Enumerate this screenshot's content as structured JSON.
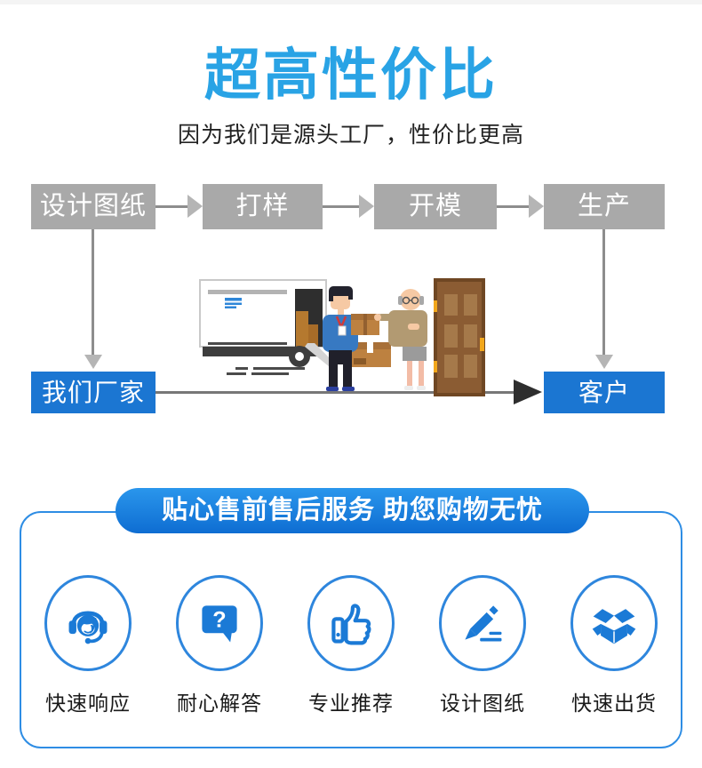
{
  "header": {
    "title": "超高性价比",
    "subtitle": "因为我们是源头工厂，性价比更高"
  },
  "flow": {
    "steps": [
      "设计图纸",
      "打样",
      "开模",
      "生产"
    ],
    "factory_label": "我们厂家",
    "customer_label": "客户"
  },
  "service": {
    "banner": "贴心售前售后服务 助您购物无忧",
    "items": [
      {
        "icon": "headset-icon",
        "label": "快速响应"
      },
      {
        "icon": "question-bubble-icon",
        "label": "耐心解答"
      },
      {
        "icon": "thumbs-up-icon",
        "label": "专业推荐"
      },
      {
        "icon": "pencil-icon",
        "label": "设计图纸"
      },
      {
        "icon": "open-box-icon",
        "label": "快速出货"
      }
    ]
  },
  "colors": {
    "title_blue": "#29a3e5",
    "step_gray": "#a9a9a9",
    "connector_gray": "#8d8d8d",
    "arrowhead_gray": "#b5b5b5",
    "dark_arrow": "#2e2e2e",
    "box_blue": "#1b76d2",
    "banner_blue_top": "#2a96ec",
    "banner_blue_bottom": "#0e6dd2",
    "panel_border_blue": "#2e8de4",
    "icon_blue": "#1b7ad6",
    "label_dark": "#1a1a1a"
  }
}
